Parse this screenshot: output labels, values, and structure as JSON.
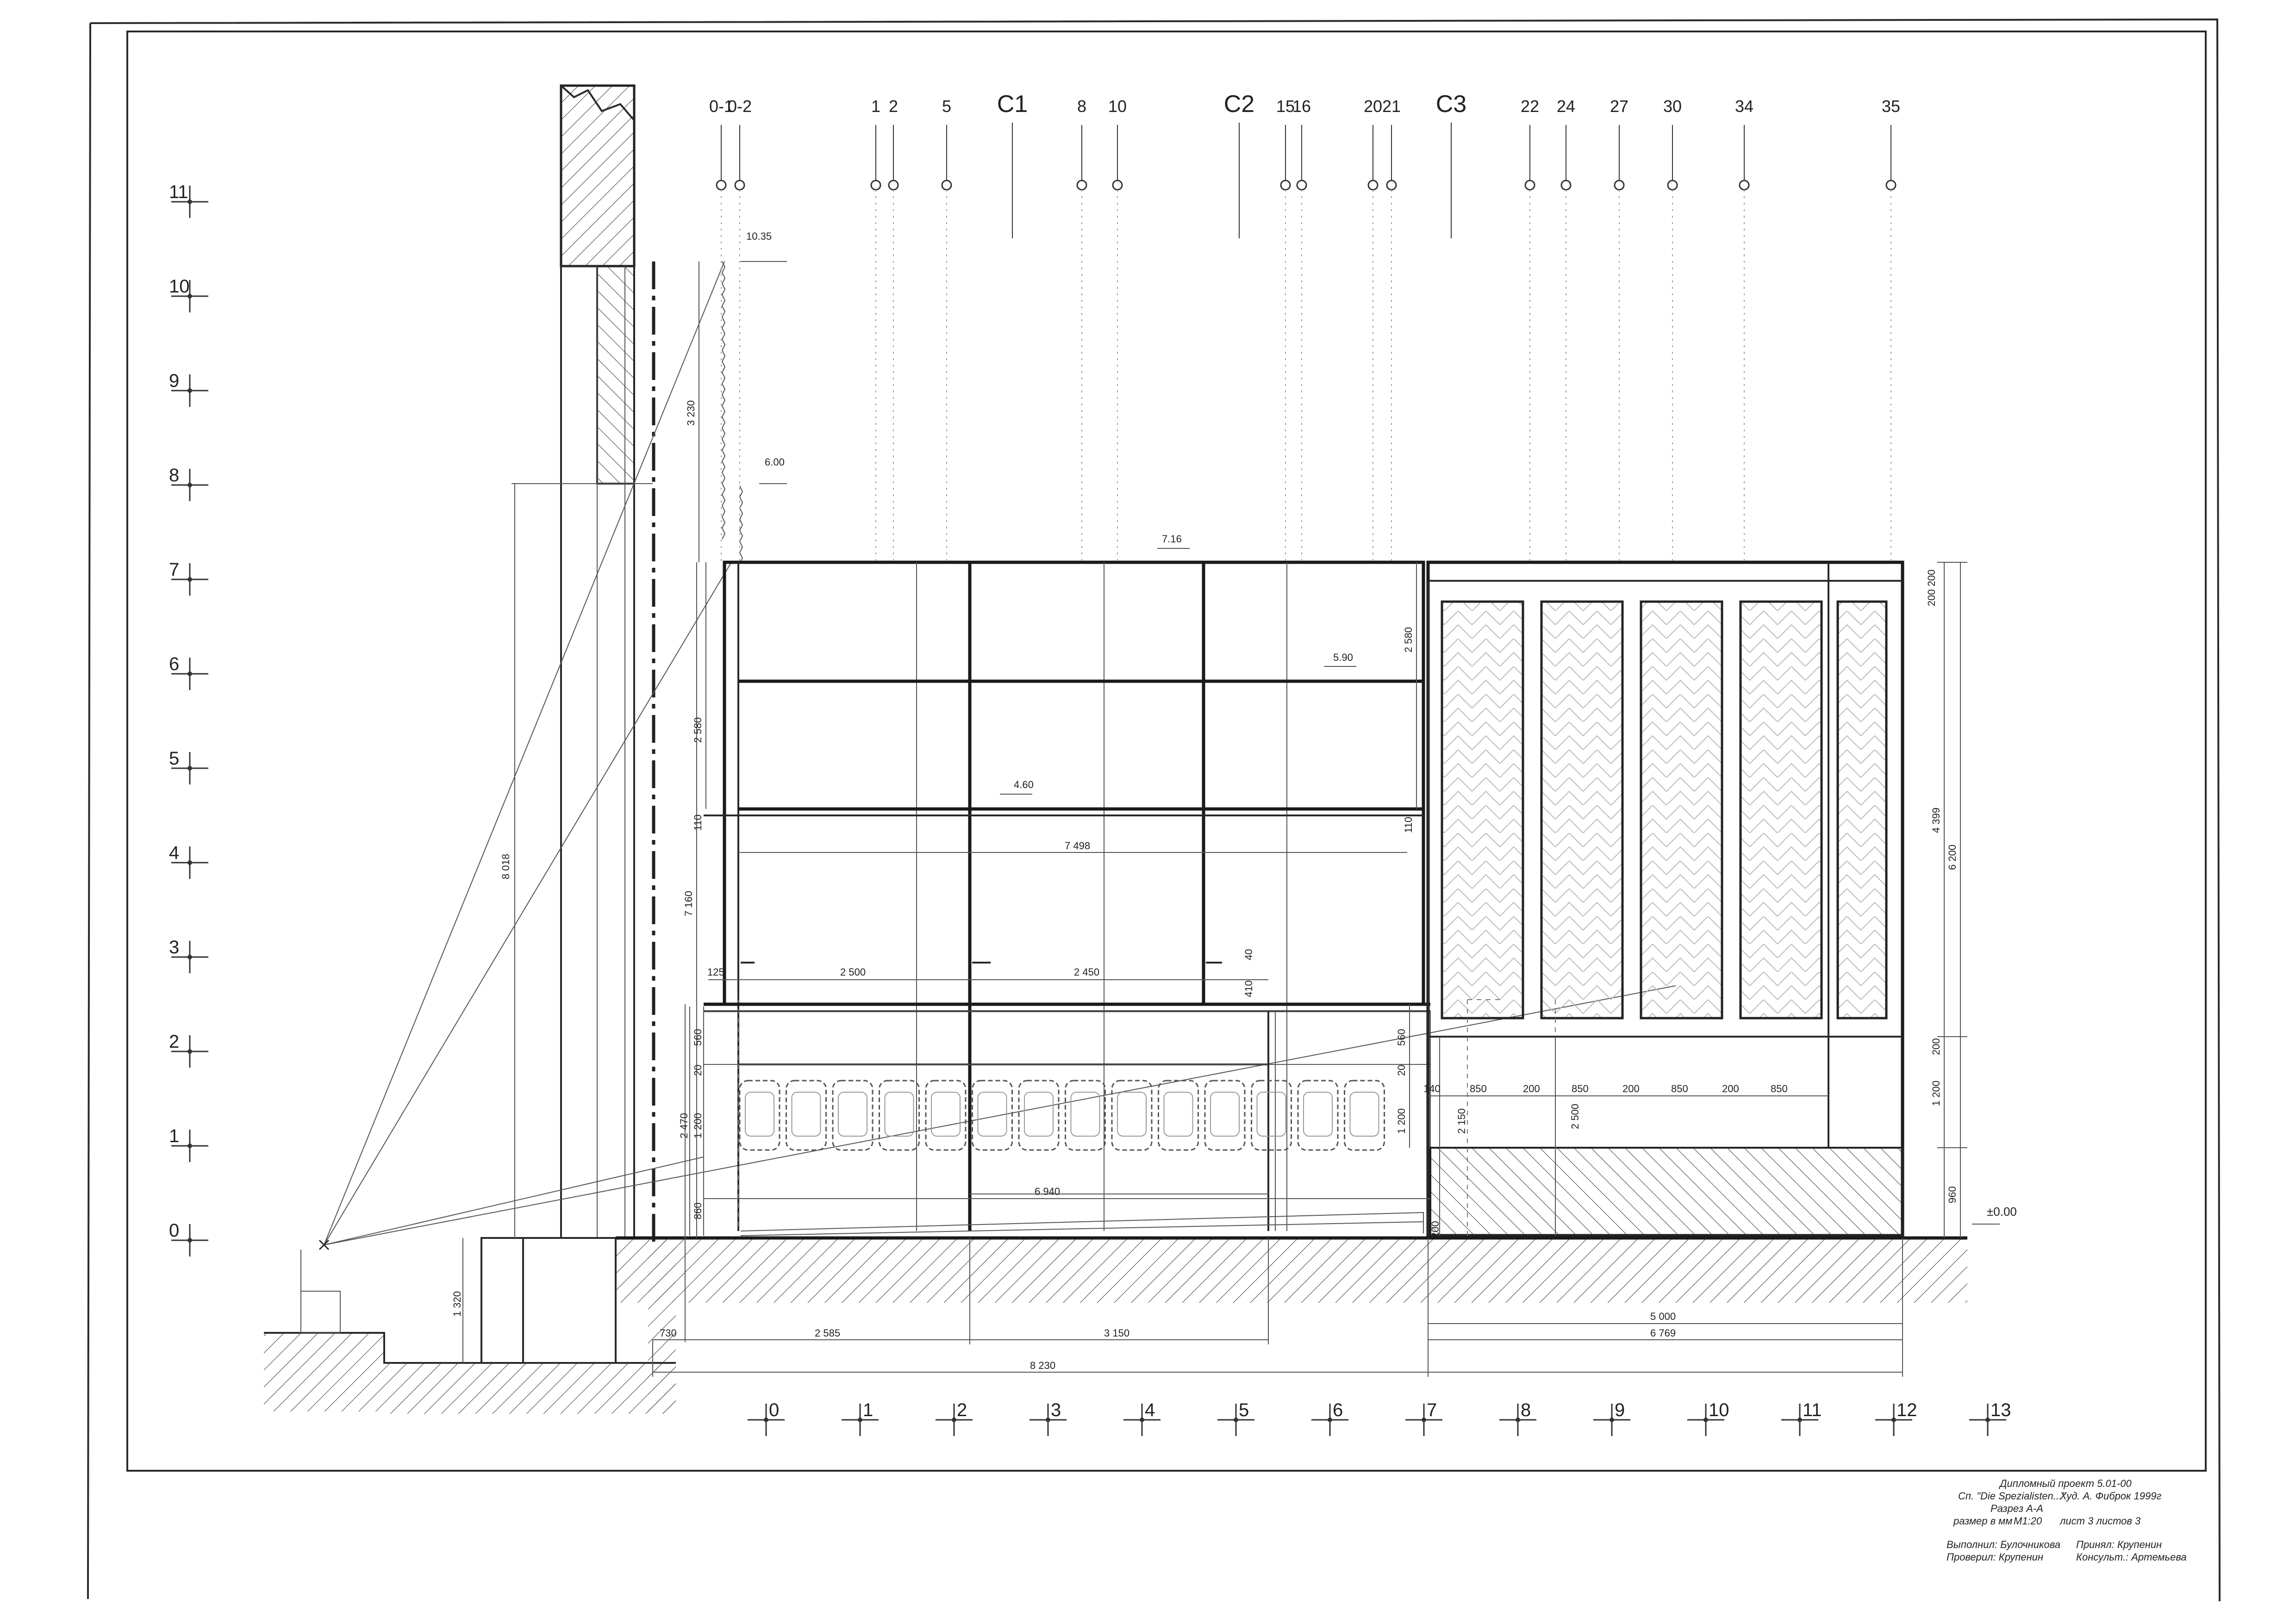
{
  "drawing": {
    "top_axes": [
      "0-1",
      "0-2",
      "1",
      "2",
      "5",
      "8",
      "10",
      "15",
      "16",
      "20",
      "21",
      "22",
      "24",
      "27",
      "30",
      "34",
      "35"
    ],
    "top_sections": [
      "C1",
      "C2",
      "C3"
    ],
    "left_rows": [
      "11",
      "10",
      "9",
      "8",
      "7",
      "6",
      "5",
      "4",
      "3",
      "2",
      "1",
      "0"
    ],
    "bottom_axes": [
      "0",
      "1",
      "2",
      "3",
      "4",
      "5",
      "6",
      "7",
      "8",
      "9",
      "10",
      "11",
      "12",
      "13"
    ],
    "levels": {
      "l1035": "10.35",
      "l600": "6.00",
      "l716": "7.16",
      "l590": "5.90",
      "l460": "4.60",
      "l000": "±0.00"
    },
    "dims": {
      "d3230": "3 230",
      "d2580a": "2 580",
      "d2580b": "2 580",
      "d110a": "110",
      "d110b": "110",
      "d7160": "7 160",
      "d8018": "8 018",
      "d7498": "7 498",
      "d125": "125",
      "d2500a": "2 500",
      "d2450": "2 450",
      "d40": "40",
      "d410": "410",
      "d560a": "560",
      "d560b": "560",
      "d20a": "20",
      "d20b": "20",
      "d2470": "2 470",
      "d1200a": "1 200",
      "d1200b": "1 200",
      "d1200c": "1 200",
      "d6940": "6 940",
      "d860": "860",
      "d1320": "1 320",
      "d730": "730",
      "d2585": "2 585",
      "d3150": "3 150",
      "d8230": "8 230",
      "d5000": "5 000",
      "d6769": "6 769",
      "d140": "140",
      "d850a": "850",
      "d850b": "850",
      "d850c": "850",
      "d850d": "850",
      "d200a": "200",
      "d200b": "200",
      "d200c": "200",
      "d2150": "2 150",
      "d2500b": "2 500",
      "d200d": "200",
      "d200_200": "200 200",
      "d4399": "4 399",
      "d6200": "6 200",
      "d200e": "200",
      "d960": "960"
    }
  },
  "title_block": {
    "line1": "Дипломный проект  5.01-00",
    "line2a": "Сп. \"Die Spezialisten...\"",
    "line2b": "Худ. А. Фиброк 1999г",
    "line3": "Разрез А-А",
    "line4a": "размер в мм",
    "line4b": "М1:20",
    "line4c": "лист 3 листов 3",
    "line5a": "Выполнил: Булочникова",
    "line5b": "Принял: Крупенин",
    "line6a": "Проверил: Крупенин",
    "line6b": "Консульт.: Артемьева"
  }
}
